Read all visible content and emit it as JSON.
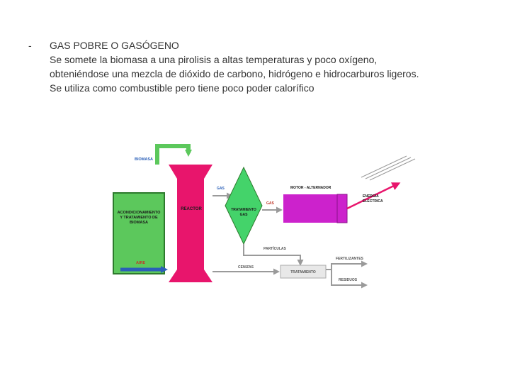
{
  "text": {
    "bullet": "-",
    "heading": "GAS POBRE O GASÓGENO",
    "line1": "Se somete la biomasa a una pirolisis a altas  temperaturas y poco oxígeno,",
    "line2": "obteniéndose una mezcla de dióxido de carbono, hidrógeno e hidrocarburos ligeros.",
    "line3": "Se utiliza como combustible pero tiene poco poder calorífico"
  },
  "diagram": {
    "biomasa": "BIOMASA",
    "acond_1": "ACONDICIONAMIENTO",
    "acond_2": "Y TRATAMIENTO DE",
    "acond_3": "BIOMASA",
    "aire": "AIRE",
    "reactor": "REACTOR",
    "gas_top": "GAS",
    "trat_gas_1": "TRATAMIENTO",
    "trat_gas_2": "GAS",
    "gas_side": "GAS",
    "motor": "MOTOR - ALTERNADOR",
    "energia_1": "ENERGÍA",
    "energia_2": "ELÉCTRICA",
    "particulas": "PARTÍCULAS",
    "cenizas": "CENIZAS",
    "tratamiento": "TRATAMIENTO",
    "fertilizantes": "FERTILIZANTES",
    "residuos": "RESIDUOS",
    "colors": {
      "green": "#5cc85c",
      "green_dark": "#2d7a2d",
      "magenta": "#e8156c",
      "diamond": "#44d36a",
      "motor": "#cc22cc",
      "blue": "#2a5fb8",
      "gray": "#9a9a9a",
      "label_red": "#c0392b"
    }
  }
}
